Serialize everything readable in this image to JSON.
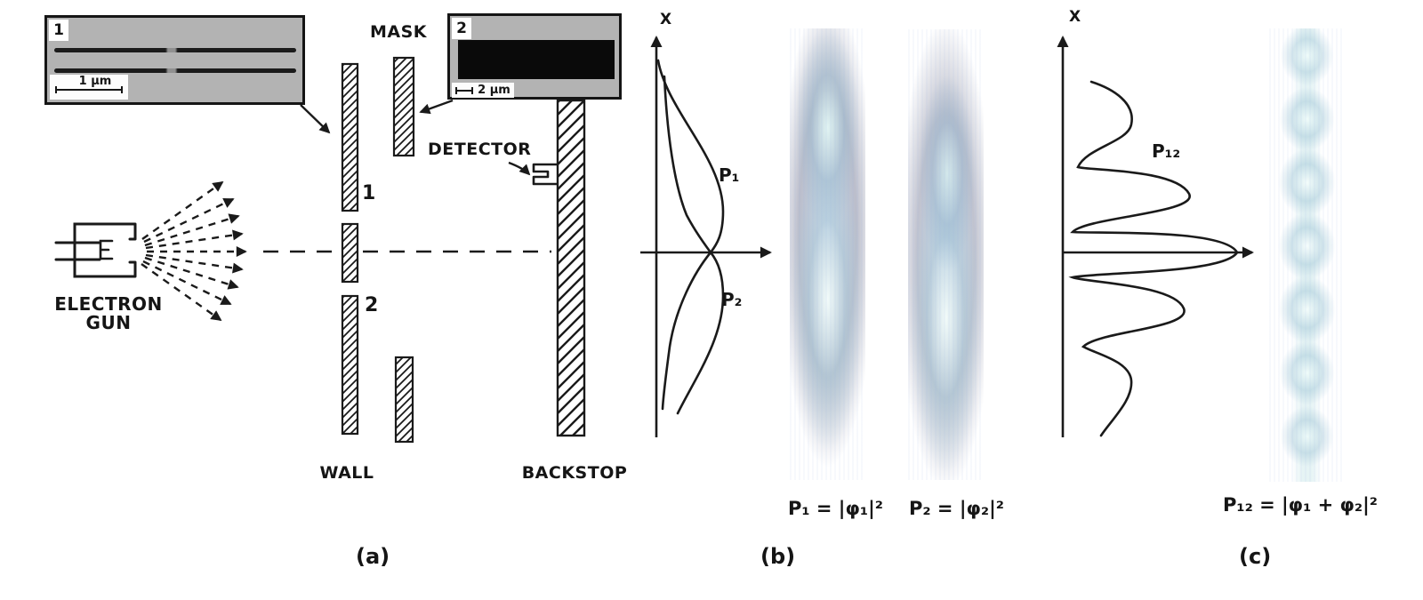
{
  "figure": {
    "panel_a": {
      "caption": "(a)",
      "electron_gun_label": "ELECTRON\nGUN",
      "wall_label": "WALL",
      "backstop_label": "BACKSTOP",
      "mask_label": "MASK",
      "detector_label": "DETECTOR",
      "slit1_label": "1",
      "slit2_label": "2",
      "inset1": {
        "tag": "1",
        "scale": "1 μm"
      },
      "inset2": {
        "tag": "2",
        "scale": "2 μm"
      }
    },
    "panel_b": {
      "caption": "(b)",
      "axis_label": "X",
      "curve1_label": "P₁",
      "curve2_label": "P₂",
      "formula1": "P₁ = |φ₁|²",
      "formula2": "P₂ = |φ₂|²"
    },
    "panel_c": {
      "caption": "(c)",
      "axis_label": "X",
      "curve_label": "P₁₂",
      "formula": "P₁₂ = |φ₁ + φ₂|²"
    },
    "colors": {
      "ink": "#1a1a1a",
      "inset_bg": "#b3b3b3",
      "strip_bg": "#06060e",
      "strip_glow": "#edfaf7"
    }
  }
}
